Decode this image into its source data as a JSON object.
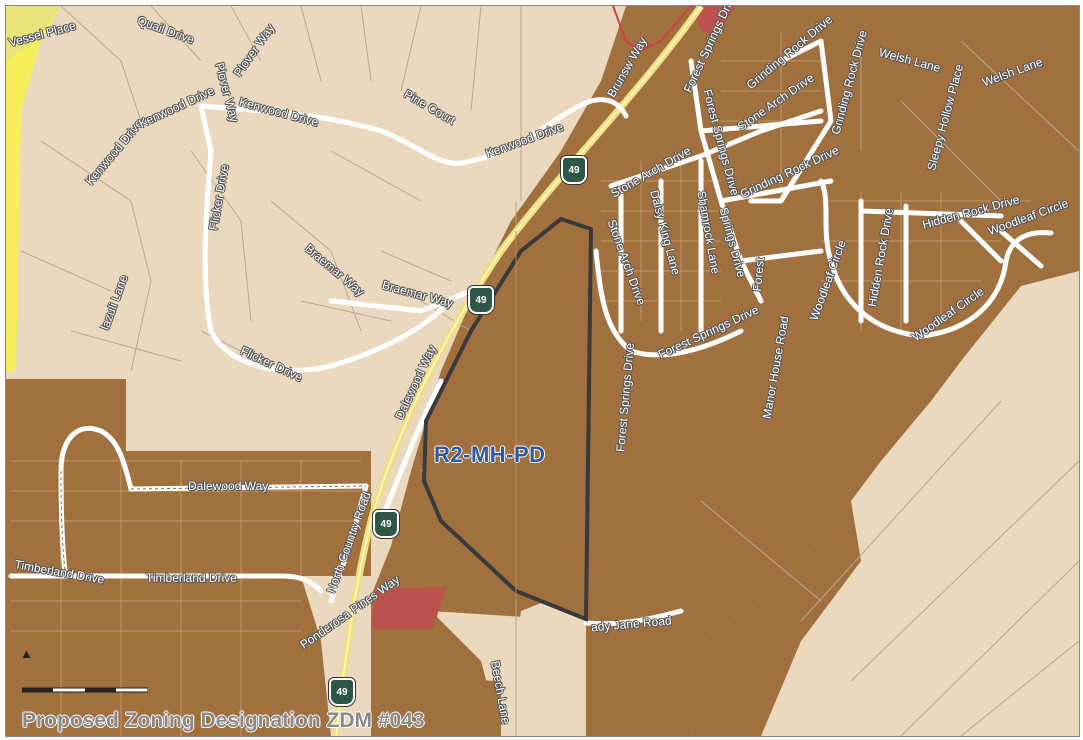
{
  "map": {
    "title": "Proposed Zoning Designation ZDM #043",
    "zone_label": "R2-MH-PD",
    "highway_shield": "49",
    "colors": {
      "background": "#ead9bf",
      "zoned_parcel": "#a0703f",
      "commercial": "#b9534b",
      "yellow_area": "#f5f05a",
      "road": "#ffffff",
      "highway_line": "#f0e07a",
      "outline": "#3a3a3a",
      "zone_label_text": "#2c5aa0"
    },
    "roads": [
      {
        "id": "vessel-place",
        "text": "Vessel Place"
      },
      {
        "id": "quail-drive",
        "text": "Quail Drive"
      },
      {
        "id": "plover-way",
        "text": "Plover Way"
      },
      {
        "id": "plover-way-2",
        "text": "Plover Way"
      },
      {
        "id": "kenwood-drive-1",
        "text": "Kenwood Drive"
      },
      {
        "id": "kenwood-drive-2",
        "text": "Kenwood Drive"
      },
      {
        "id": "kenwood-drive-3",
        "text": "Kenwood Drive"
      },
      {
        "id": "kenwood-drive-4",
        "text": "Kenwood Drive"
      },
      {
        "id": "pine-court",
        "text": "Pine Court"
      },
      {
        "id": "flicker-drive-1",
        "text": "Flicker Drive"
      },
      {
        "id": "flicker-drive-2",
        "text": "Flicker Drive"
      },
      {
        "id": "braemar-way-1",
        "text": "Braemar Way"
      },
      {
        "id": "braemar-way-2",
        "text": "Braemar Way"
      },
      {
        "id": "lazuli-lane",
        "text": "lazuli Lane"
      },
      {
        "id": "dalewood-way-1",
        "text": "Dalewood Way"
      },
      {
        "id": "dalewood-way-2",
        "text": "Dalewood Way"
      },
      {
        "id": "north-country-road",
        "text": "North Country Road"
      },
      {
        "id": "timberland-drive-1",
        "text": "Timberland Drive"
      },
      {
        "id": "timberland-drive-2",
        "text": "Timberland Drive"
      },
      {
        "id": "ponderosa-pines-way",
        "text": "Ponderosa Pines Way"
      },
      {
        "id": "lady-jane-road",
        "text": "ady Jane Road"
      },
      {
        "id": "beechwood-lane",
        "text": "Beech Lane"
      },
      {
        "id": "brunswick-way",
        "text": "Brunsw Way"
      },
      {
        "id": "forest-springs-drive-1",
        "text": "Forest Springs Drive"
      },
      {
        "id": "forest-springs-drive-2",
        "text": "Forest Springs Drive"
      },
      {
        "id": "forest-springs-drive-3",
        "text": "Forest Springs Drive"
      },
      {
        "id": "forest-springs-drive-4",
        "text": "Forest Springs Drive"
      },
      {
        "id": "grinding-rock-drive-1",
        "text": "Grinding Rock Drive"
      },
      {
        "id": "grinding-rock-drive-2",
        "text": "Grinding Rock Drive"
      },
      {
        "id": "grinding-rock-drive-3",
        "text": "Grinding Rock Drive"
      },
      {
        "id": "stone-arch-drive-1",
        "text": "Stone Arch Drive"
      },
      {
        "id": "stone-arch-drive-2",
        "text": "Stone Arch Drive"
      },
      {
        "id": "stone-arch-drive-3",
        "text": "Stone Arch Drive"
      },
      {
        "id": "welsh-lane-1",
        "text": "Welsh Lane"
      },
      {
        "id": "welsh-lane-2",
        "text": "Welsh Lane"
      },
      {
        "id": "sleepy-hollow-place",
        "text": "Sleepy Hollow Place"
      },
      {
        "id": "daisy-king-lane",
        "text": "Daisy King Lane"
      },
      {
        "id": "shamrock-lane",
        "text": "Shamrock Lane"
      },
      {
        "id": "springs-drive",
        "text": "Springs Drive"
      },
      {
        "id": "forest-lane",
        "text": "Forest"
      },
      {
        "id": "manor-house-road",
        "text": "Manor House Road"
      },
      {
        "id": "woodleaf-circle-1",
        "text": "Woodleaf Circle"
      },
      {
        "id": "woodleaf-circle-2",
        "text": "Woodleaf Circle"
      },
      {
        "id": "woodleaf-circle-3",
        "text": "Woodleaf Circle"
      },
      {
        "id": "hidden-rock-drive-1",
        "text": "Hidden Rock Drive"
      },
      {
        "id": "hidden-rock-drive-2",
        "text": "Hidden Rock Drive"
      }
    ]
  }
}
